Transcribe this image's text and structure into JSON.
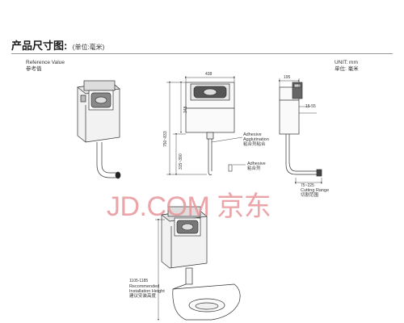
{
  "header": {
    "title": "产品尺寸图:",
    "unit_note": "(单位:毫米)"
  },
  "reference": {
    "en": "Reference Value",
    "cn": "参考值"
  },
  "unit": {
    "en": "UNIT: mm",
    "cn": "单位: 毫米"
  },
  "dimensions": {
    "width_front": "438",
    "height_total": "750~833",
    "height_upper": "348",
    "height_lower": "315~390",
    "depth_side": "195",
    "depth_range": "15-55",
    "cutting_range": "75~225",
    "install_height": "1105-1185"
  },
  "annotations": {
    "adhesive_agglutination": [
      "Adhesive",
      "Agglutination",
      "粘合剂粘合"
    ],
    "adhesive": [
      "Adhesive",
      "粘合剂"
    ],
    "cutting_range": [
      "Cutting Range",
      "切割范围"
    ],
    "install_height": [
      "Recommended",
      "Installation Height",
      "建议安装高度"
    ]
  },
  "watermark": "JD.COM 京东"
}
